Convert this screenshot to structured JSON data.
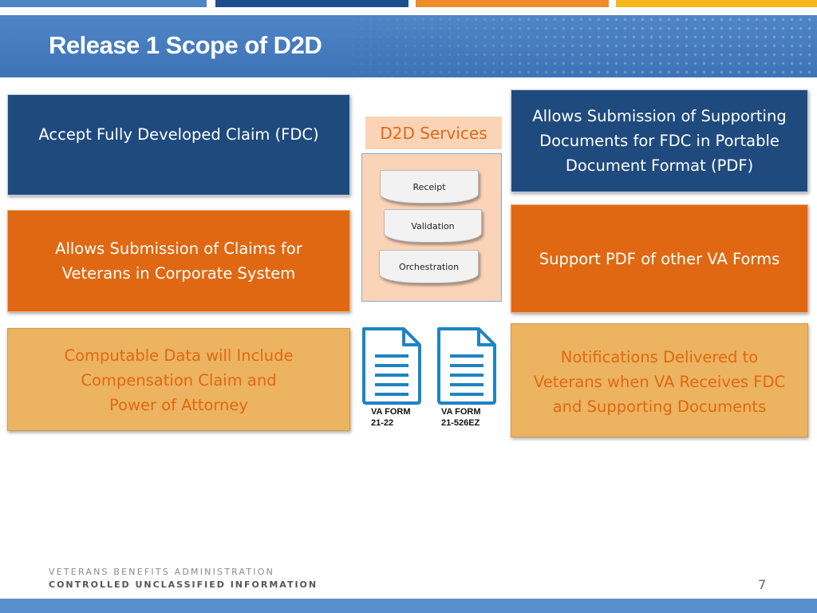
{
  "colors": {
    "navy": "#1f4a7e",
    "orange": "#e06812",
    "tan": "#ecb360",
    "peach": "#fbd4b8",
    "banner_blue": "#4f86c6",
    "top_bar": [
      "#4f86c6",
      "#1c4f8e",
      "#ee8c2a",
      "#f7b81d"
    ]
  },
  "title": "Release 1 Scope of D2D",
  "boxes": {
    "fdc": "Accept Fully Developed Claim (FDC)",
    "supporting_docs": [
      "Allows Submission of Supporting",
      "Documents for FDC in Portable",
      "Document Format  (PDF)"
    ],
    "claims_corporate": [
      "Allows Submission of Claims for",
      "Veterans in Corporate System"
    ],
    "pdf_forms": "Support  PDF of other VA Forms",
    "computable": [
      "Computable Data will Include",
      "Compensation Claim and",
      "Power of Attorney"
    ],
    "notifications": [
      "Notifications Delivered to",
      "Veterans when VA Receives FDC",
      "and Supporting Documents"
    ]
  },
  "services": {
    "label": "D2D Services",
    "items": [
      "Receipt",
      "Validation",
      "Orchestration"
    ]
  },
  "forms": [
    {
      "icon": "document-icon",
      "line1": "VA FORM",
      "line2": "21-22"
    },
    {
      "icon": "document-icon",
      "line1": "VA FORM",
      "line2": "21-526EZ"
    }
  ],
  "footer": {
    "org": "VETERANS BENEFITS ADMINISTRATION",
    "cui": "CONTROLLED UNCLASSIFIED INFORMATION",
    "page": "7"
  }
}
